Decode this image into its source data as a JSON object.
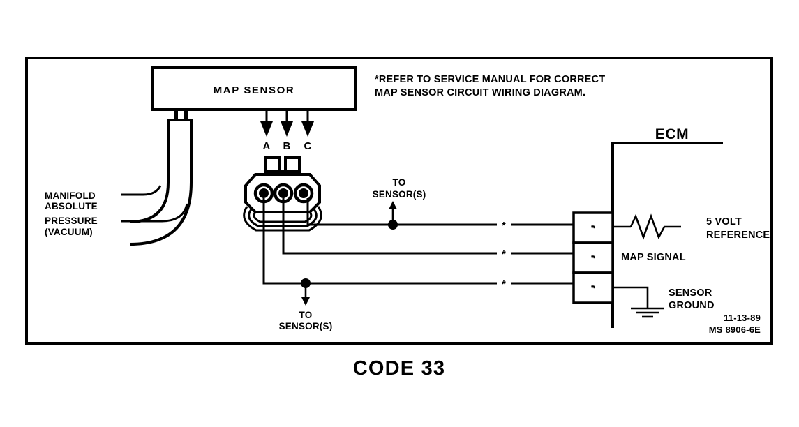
{
  "title": "MAP Sensor Circuit Diagram",
  "frame": {
    "caption": "CODE 33"
  },
  "components": {
    "map_sensor_label": "MAP  SENSOR",
    "ecm_label": "ECM",
    "connector_name": "3-way MAP sensor connector"
  },
  "note": {
    "line1": "*REFER TO SERVICE MANUAL FOR CORRECT",
    "line2": "MAP SENSOR CIRCUIT WIRING DIAGRAM."
  },
  "vacuum_label": {
    "line1": "MANIFOLD",
    "line2": "ABSOLUTE",
    "line3": "PRESSURE",
    "line4": "(VACUUM)"
  },
  "pins": [
    {
      "id": "A",
      "label": "A"
    },
    {
      "id": "B",
      "label": "B"
    },
    {
      "id": "C",
      "label": "C"
    }
  ],
  "branches": [
    {
      "id": "upper-branch",
      "line1": "TO",
      "line2": "SENSOR(S)",
      "direction": "up"
    },
    {
      "id": "lower-branch",
      "line1": "TO",
      "line2": "SENSOR(S)",
      "direction": "down"
    }
  ],
  "circuits": [
    {
      "id": "five-volt-reference",
      "pin": "C",
      "terminal_marker": "*",
      "wire_marker": "*",
      "label_line1": "5 VOLT",
      "label_line2": "REFERENCE",
      "has_resistor": true
    },
    {
      "id": "map-signal",
      "pin": "B",
      "terminal_marker": "*",
      "wire_marker": "*",
      "label_line1": "MAP SIGNAL",
      "label_line2": "",
      "has_resistor": false
    },
    {
      "id": "sensor-ground",
      "pin": "A",
      "terminal_marker": "*",
      "wire_marker": "*",
      "label_line1": "SENSOR",
      "label_line2": "GROUND",
      "has_ground_symbol": true
    }
  ],
  "stamp": {
    "date": "11-13-89",
    "part_number": "MS 8906-6E"
  },
  "colors": {
    "ink": "#000000",
    "paper": "#ffffff"
  }
}
